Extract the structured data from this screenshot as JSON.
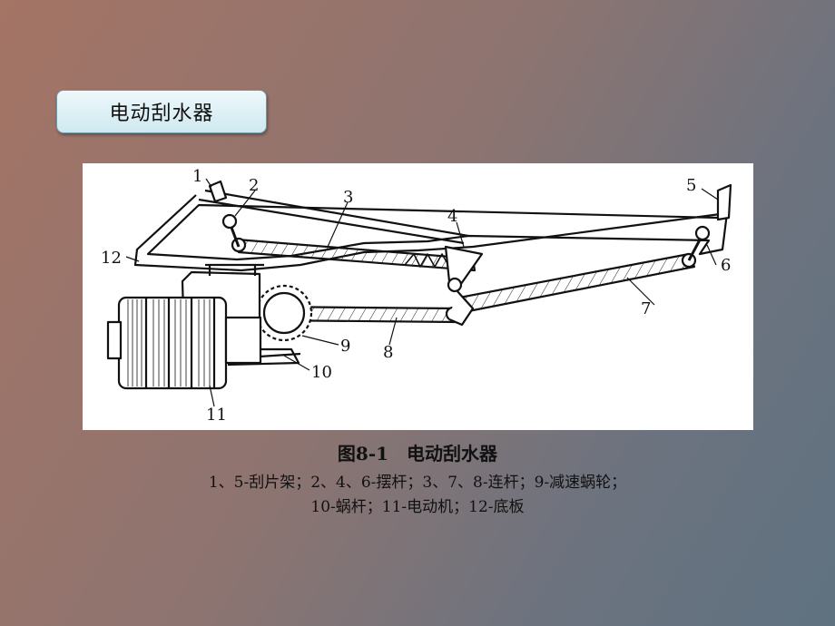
{
  "slide_title": "电动刮水器",
  "figure": {
    "caption_title": "图8-1　电动刮水器",
    "caption_line1": "1、5-刮片架；2、4、6-摆杆；3、7、8-连杆；9-减速蜗轮；",
    "caption_line2": "10-蜗杆；11-电动机；12-底板",
    "labels": {
      "l1": "1",
      "l2": "2",
      "l3": "3",
      "l4": "4",
      "l5": "5",
      "l6": "6",
      "l7": "7",
      "l8": "8",
      "l9": "9",
      "l10": "10",
      "l11": "11",
      "l12": "12"
    }
  }
}
